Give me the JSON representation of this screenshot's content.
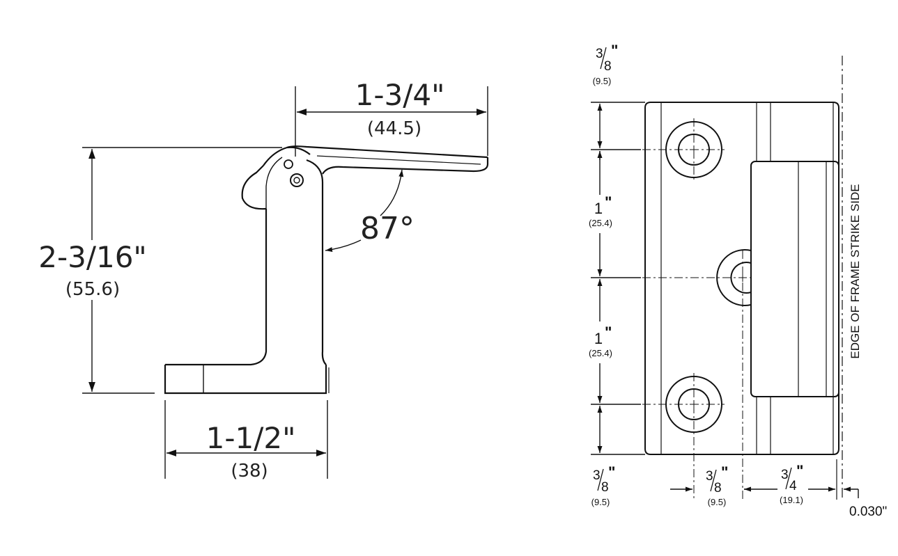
{
  "side_view": {
    "width_top": {
      "inch": "1-3/4\"",
      "mm": "(44.5)"
    },
    "height": {
      "inch": "2-3/16\"",
      "mm": "(55.6)"
    },
    "base_width": {
      "inch": "1-1/2\"",
      "mm": "(38)"
    },
    "angle": "87°"
  },
  "front_view": {
    "top_offset": {
      "num": "3",
      "den": "8",
      "mark": "\"",
      "mm": "(9.5)"
    },
    "spacing_upper": {
      "inch": "1",
      "mark": "\"",
      "mm": "(25.4)"
    },
    "spacing_lower": {
      "inch": "1",
      "mark": "\"",
      "mm": "(25.4)"
    },
    "bottom_offset": {
      "num": "3",
      "den": "8",
      "mark": "\"",
      "mm": "(9.5)"
    },
    "hole_offset": {
      "num": "3",
      "den": "8",
      "mark": "\"",
      "mm": "(9.5)"
    },
    "barrel_width": {
      "num": "3",
      "den": "4",
      "mark": "\"",
      "mm": "(19.1)"
    },
    "clearance": "0.030\"",
    "edge_label": "EDGE OF FRAME STRIKE SIDE"
  }
}
